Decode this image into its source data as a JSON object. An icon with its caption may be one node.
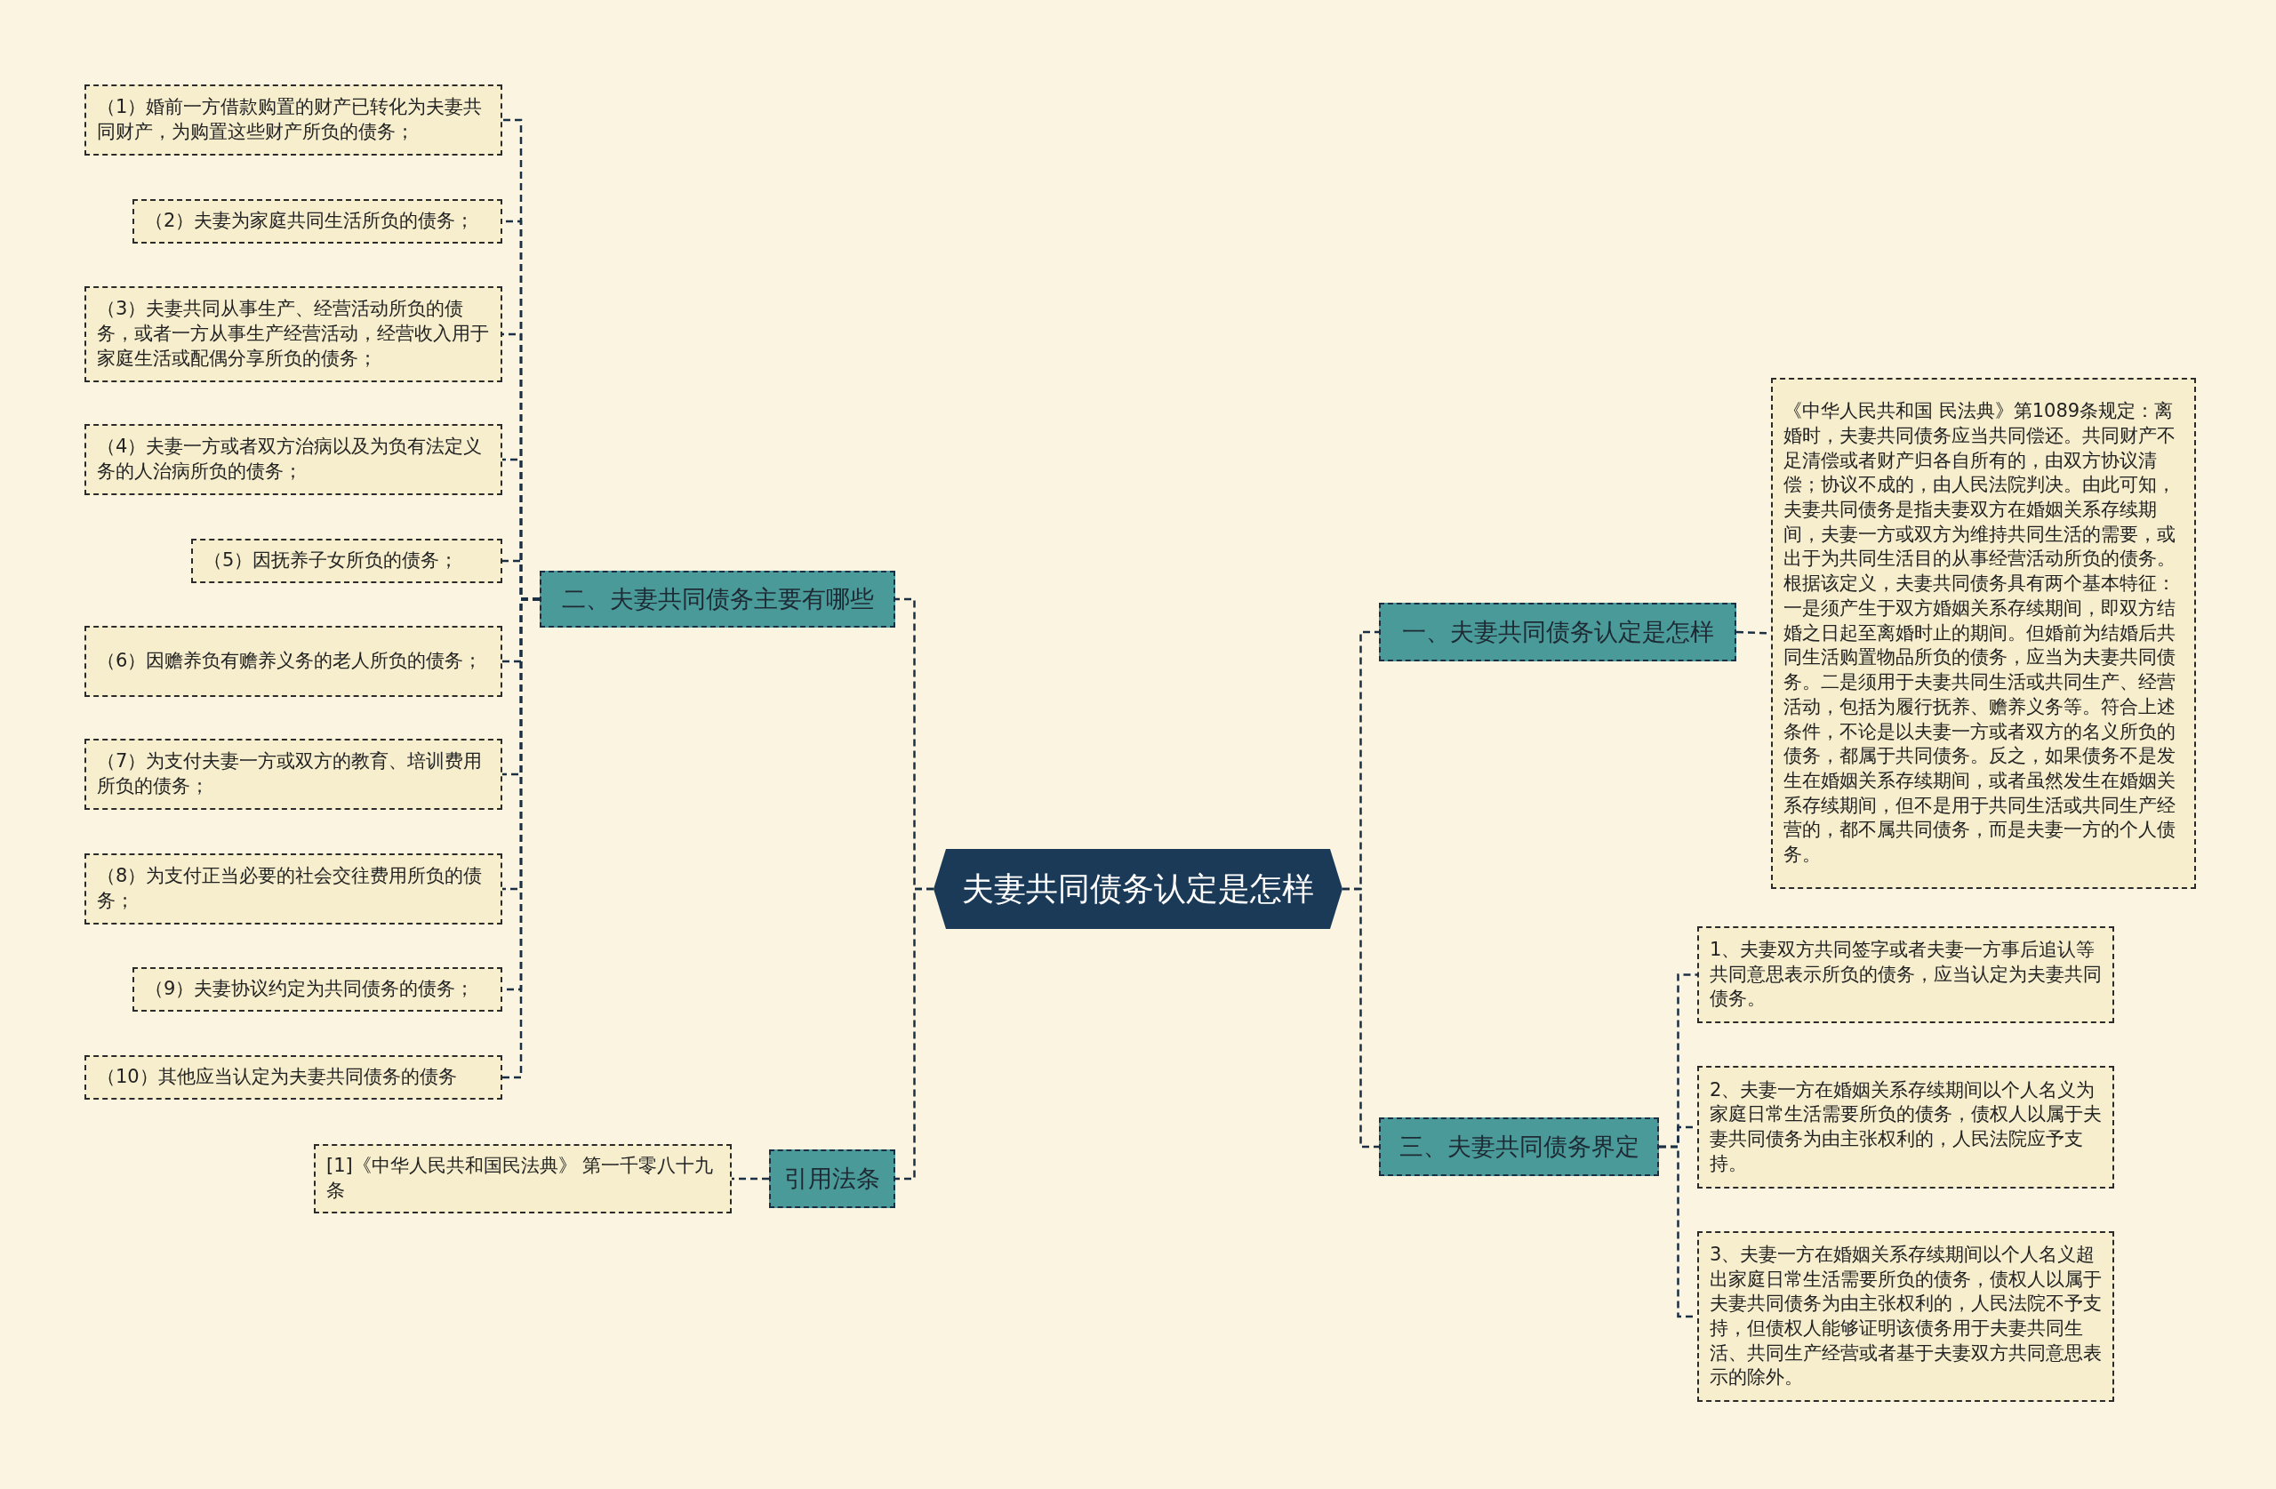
{
  "diagram": {
    "nodes": [
      {
        "text": [
          "夫妻共同债务认定是怎样"
        ]
      },
      {
        "text": [
          "二、夫妻共同债务主要有哪些"
        ]
      },
      {
        "text": [
          "（1）婚前一方借款购置的财产已转化为夫妻共同财产，为购置这些财产所负的债务；"
        ]
      },
      {
        "text": [
          "（2）夫妻为家庭共同生活所负的债务；"
        ]
      },
      {
        "text": [
          "（3）夫妻共同从事生产、经营活动所负的债务，或者一方从事生产经营活动，经营收入用于家庭生活或配偶分享所负的债务；"
        ]
      },
      {
        "text": [
          "（4）夫妻一方或者双方治病以及为负有法定义务的人治病所负的债务；"
        ]
      },
      {
        "text": [
          "（5）因抚养子女所负的债务；"
        ]
      },
      {
        "text": [
          "（6）因赡养负有赡养义务的老人所负的债务；"
        ]
      },
      {
        "text": [
          "（7）为支付夫妻一方或双方的教育、培训费用所负的债务；"
        ]
      },
      {
        "text": [
          "（8）为支付正当必要的社会交往费用所负的债务；"
        ]
      },
      {
        "text": [
          "（9）夫妻协议约定为共同债务的债务；"
        ]
      },
      {
        "text": [
          "（10）其他应当认定为夫妻共同债务的债务"
        ]
      },
      {
        "text": [
          "引用法条"
        ]
      },
      {
        "text": [
          "[1]《中华人民共和国民法典》 第一千零八十九条"
        ]
      },
      {
        "text": [
          "一、夫妻共同债务认定是怎样"
        ]
      },
      {
        "text": [
          "《中华人民共和国 民法典》第1089条规定：离婚时，夫妻共同债务应当共同偿还。共同财产不足清偿或者财产归各自所有的，由双方协议清偿；协议不成的，由人民法院判决。由此可知，夫妻共同债务是指夫妻双方在婚姻关系存续期间，夫妻一方或双方为维持共同生活的需要，或出于为共同生活目的从事经营活动所负的债务。根据该定义，夫妻共同债务具有两个基本特征：一是须产生于双方婚姻关系存续期间，即双方结婚之日起至离婚时止的期间。但婚前为结婚后共同生活购置物品所负的债务，应当为夫妻共同债务。二是须用于夫妻共同生活或共同生产、经营活动，包括为履行抚养、赡养义务等。符合上述条件，不论是以夫妻一方或者双方的名义所负的债务，都属于共同债务。反之，如果债务不是发生在婚姻关系存续期间，或者虽然发生在婚姻关系存续期间，但不是用于共同生活或共同生产经营的，都不属共同债务，而是夫妻一方的个人债务。"
        ]
      },
      {
        "text": [
          "三、夫妻共同债务界定"
        ]
      },
      {
        "text": [
          "1、夫妻双方共同签字或者夫妻一方事后追认等共同意思表示所负的债务，应当认定为夫妻共同债务。"
        ]
      },
      {
        "text": [
          "2、夫妻一方在婚姻关系存续期间以个人名义为家庭日常生活需要所负的债务，债权人以属于夫妻共同债务为由主张权利的，人民法院应予支持。"
        ]
      },
      {
        "text": [
          "3、夫妻一方在婚姻关系存续期间以个人名义超出家庭日常生活需要所负的债务，债权人以属于夫妻共同债务为由主张权利的，人民法院不予支持，但债权人能够证明该债务用于夫妻共同生活、共同生产经营或者基于夫妻双方共同意思表示的除外。"
        ]
      }
    ],
    "edges": [
      {
        "from": 0,
        "to": 1,
        "arrow": "none"
      },
      {
        "from": 1,
        "to": 2,
        "arrow": "none"
      },
      {
        "from": 1,
        "to": 3,
        "arrow": "none"
      },
      {
        "from": 1,
        "to": 4,
        "arrow": "none"
      },
      {
        "from": 1,
        "to": 5,
        "arrow": "none"
      },
      {
        "from": 1,
        "to": 6,
        "arrow": "none"
      },
      {
        "from": 1,
        "to": 7,
        "arrow": "none"
      },
      {
        "from": 1,
        "to": 8,
        "arrow": "none"
      },
      {
        "from": 1,
        "to": 9,
        "arrow": "none"
      },
      {
        "from": 1,
        "to": 10,
        "arrow": "none"
      },
      {
        "from": 1,
        "to": 11,
        "arrow": "none"
      },
      {
        "from": 0,
        "to": 12,
        "arrow": "none"
      },
      {
        "from": 12,
        "to": 13,
        "arrow": "none"
      },
      {
        "from": 0,
        "to": 14,
        "arrow": "none"
      },
      {
        "from": 14,
        "to": 15,
        "arrow": "none"
      },
      {
        "from": 0,
        "to": 16,
        "arrow": "none"
      },
      {
        "from": 16,
        "to": 17,
        "arrow": "none"
      },
      {
        "from": 16,
        "to": 18,
        "arrow": "none"
      },
      {
        "from": 16,
        "to": 19,
        "arrow": "none"
      }
    ]
  }
}
